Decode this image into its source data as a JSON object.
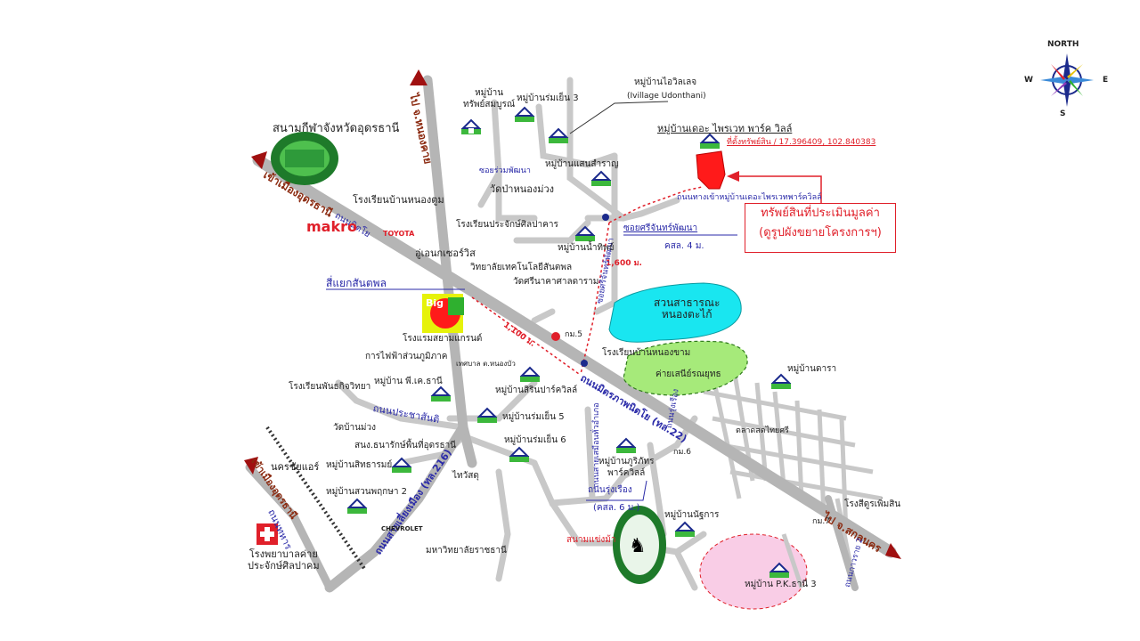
{
  "compass": {
    "north": "NORTH",
    "south": "S",
    "east": "E",
    "west": "W"
  },
  "callout": {
    "line1": "ทรัพย์สินที่ประเมินมูลค่า",
    "line2": "(ดูรูปผังขยายโครงการฯ)"
  },
  "property": {
    "village": "หมู่บ้านเดอะ ไพรเวท พาร์ค วิลล์",
    "coords": "ที่ตั้งทรัพย์สิน / 17.396409, 102.840383",
    "access_road": "ถนนทางเข้าหมู่บ้านเดอะไพรเวทพาร์ควิลล์"
  },
  "distances": {
    "d1": "1,600 ม.",
    "d2": "1,100 ม."
  },
  "roads": {
    "to_nongkhai": "ไป จ.หนองคาย",
    "to_city": "เข้าเมืองอุดรธานี",
    "nittayo_nw": "ถนนนิตโย",
    "nittayo_main": "ถนนมิตรภาพนิตโย (ทล.22)",
    "phosri": "ถนนประชาสันติ",
    "city_bypass": "ถนนสายเลี่ยงเมือง (ทล.216)",
    "thahan": "ถนนทหาร",
    "to_city2": "เข้าเมืองอุดรธานี",
    "to_sakon": "ไป จ.สกลนคร",
    "srichan": "ซอยศรีจันทร์พัฒนา",
    "kls4": "คสล. 4 ม.",
    "soi_ruam": "ซอยร่วมพัฒนา",
    "rungrueang": "ถนนรุ่งเรือง",
    "kls6": "(คสล. 6 ม.)",
    "rungrueang_v": "ถนนรุ่งเรือง",
    "kls_v": "ถนนสายเสมือนทั่วอำเภอ",
    "soi_south": "ถนนกาวราย 2",
    "soi_v2": "ซอยศรีจันทร์พัฒนา"
  },
  "places": {
    "stadium": "สนามกีฬาจังหวัดอุดรธานี",
    "makro": "makro",
    "toyota": "TOYOTA",
    "school_nongtoom": "โรงเรียนบ้านหนองตูม",
    "wat_banngong": "วัดป่าหนองม่วง",
    "school_prajak": "โรงเรียนประจักษ์ศิลปาคาร",
    "garage": "อู่เอนกเซอร์วิส",
    "intersection": "สี่แยกสันตพล",
    "big_c": "Big",
    "hotel": "โรงแรมสยามแกรนด์",
    "pea": "การไฟฟ้าส่วนภูมิภาค",
    "tessaban": "เทศบาล ต.หนองบัว",
    "tech_college": "วิทยาลัยเทคโนโลยีสันตพล",
    "wat_srinakhon": "วัดศรีนาคาศาลดาราม",
    "park": "สวนสาธารณะ\nหนองตะไก้",
    "camp": "ค่ายเสนีย์รณยุทธ",
    "school_nongkham": "โรงเรียนบ้านหนองขาม",
    "km5": "กม.5",
    "km6": "กม.6",
    "km7": "กม.7",
    "school_phun": "โรงเรียนพันธกิจวิทยา",
    "wat_banmuang": "วัดบ้านม่วง",
    "pdc": "สนง.ธนารักษ์พื้นที่อุดรธานี",
    "nakhonchai": "นครชัยแอร์",
    "hospital": "โรงพยาบาลค่าย\nประจักษ์ศิลปาคม",
    "university": "มหาวิทยาลัยราชธานี",
    "wat_tai": "ไทวัสดุ",
    "race": "สนามแข่งม้า",
    "factory": "โรงสีดูรเพิ่มสิน",
    "watdtalad": "ตลาดสดไทยศรี",
    "chevrolet": "CHEVROLET"
  },
  "villages": {
    "v_sap": "หมู่บ้าน\nทรัพย์สมบูรณ์",
    "v_rom3": "หมู่บ้านร่มเย็น 3",
    "v_village": "หมู่บ้านไอวิลเลจ",
    "v_village_en": "(Ivillage Udonthani)",
    "v_saensamran": "หมู่บ้านแสนสำราญ",
    "v_namthip": "หมู่บ้านน้ำทิพย์",
    "v_pk": "หมู่บ้าน พี.เค.ธานี",
    "v_sirin": "หมู่บ้านสิรินปาร์ควิลล์",
    "v_rom5": "หมู่บ้านร่มเย็น 5",
    "v_rom6": "หมู่บ้านร่มเย็น 6",
    "v_sitharom": "หมู่บ้านสิทธารมย์",
    "v_suanphruksa": "หมู่บ้านสวนพฤกษา 2",
    "v_puri": "หมู่บ้านภูริภัทร\nพาร์ควิลล์",
    "v_nakarn": "หมู่บ้านนัฐการ",
    "v_dara": "หมู่บ้านดารา",
    "v_pk3": "หมู่บ้าน P.K.ธานี 3"
  },
  "colors": {
    "road": "#c8c8c8",
    "main_road": "#b5b5b5",
    "red": "#e0202a",
    "park": "#19e6f0",
    "camp": "#a6ea7a",
    "blue_road_label": "#2a2aa8",
    "house_green": "#3cb83c",
    "house_blue": "#1b2a8c",
    "arrow": "#a01010"
  }
}
